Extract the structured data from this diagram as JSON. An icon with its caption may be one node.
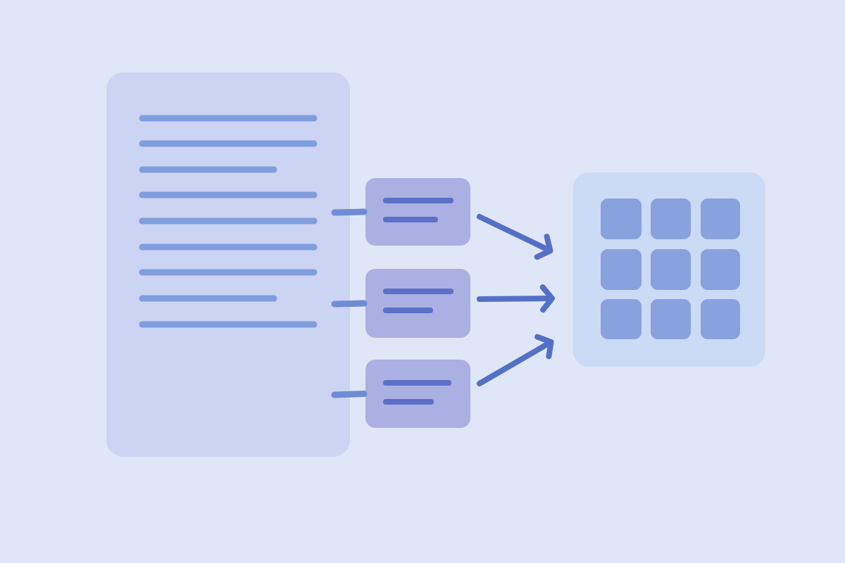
{
  "diagram": {
    "nodes": [
      {
        "text": [],
        "shape": "box"
      },
      {
        "text": [],
        "shape": "box"
      },
      {
        "text": [],
        "shape": "box"
      },
      {
        "text": [],
        "shape": "box"
      },
      {
        "text": [],
        "shape": "box"
      }
    ],
    "edges": [
      {
        "from": 0,
        "to": 1,
        "arrow": "none",
        "color": "#6f8cd4"
      },
      {
        "from": 0,
        "to": 2,
        "arrow": "none",
        "color": "#6f8cd4"
      },
      {
        "from": 0,
        "to": 3,
        "arrow": "none",
        "color": "#6f8cd4"
      },
      {
        "from": 1,
        "to": 4,
        "arrow": "to"
      },
      {
        "from": 2,
        "to": 4,
        "arrow": "to"
      },
      {
        "from": 3,
        "to": 4,
        "arrow": "to"
      }
    ]
  }
}
